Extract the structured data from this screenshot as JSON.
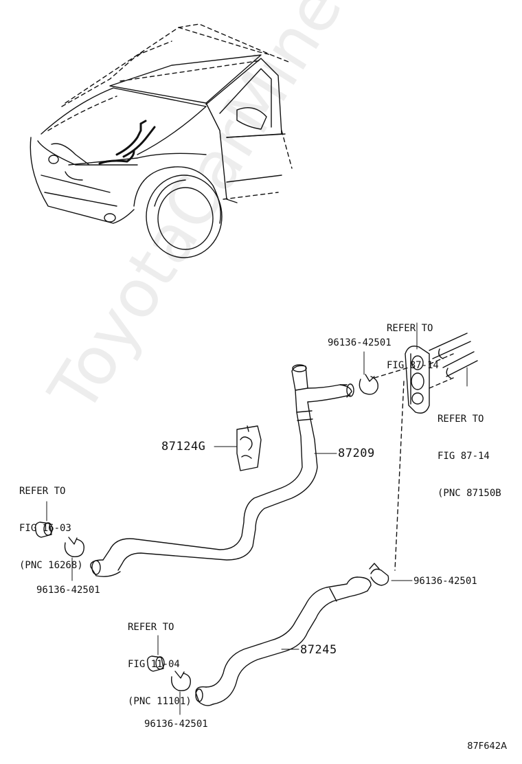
{
  "watermark": "ToyotaCarMine.ru",
  "figure_code": "87F642A",
  "parts": {
    "p87209": "87209",
    "p87245": "87245",
    "p87124g": "87124G",
    "clamp_top": "96136-42501",
    "clamp_left": "96136-42501",
    "clamp_right": "96136-42501",
    "clamp_bottom": "96136-42501"
  },
  "refs": {
    "top_valve": [
      "REFER TO",
      "FIG 87-14"
    ],
    "pipes_right": [
      "REFER TO",
      "FIG 87-14",
      "(PNC 87150B"
    ],
    "heater_inlet": [
      "REFER TO",
      "FIG 16-03",
      "(PNC 16268)"
    ],
    "engine_outlet": [
      "REFER TO",
      "FIG 11-04",
      "(PNC 11101)"
    ]
  }
}
